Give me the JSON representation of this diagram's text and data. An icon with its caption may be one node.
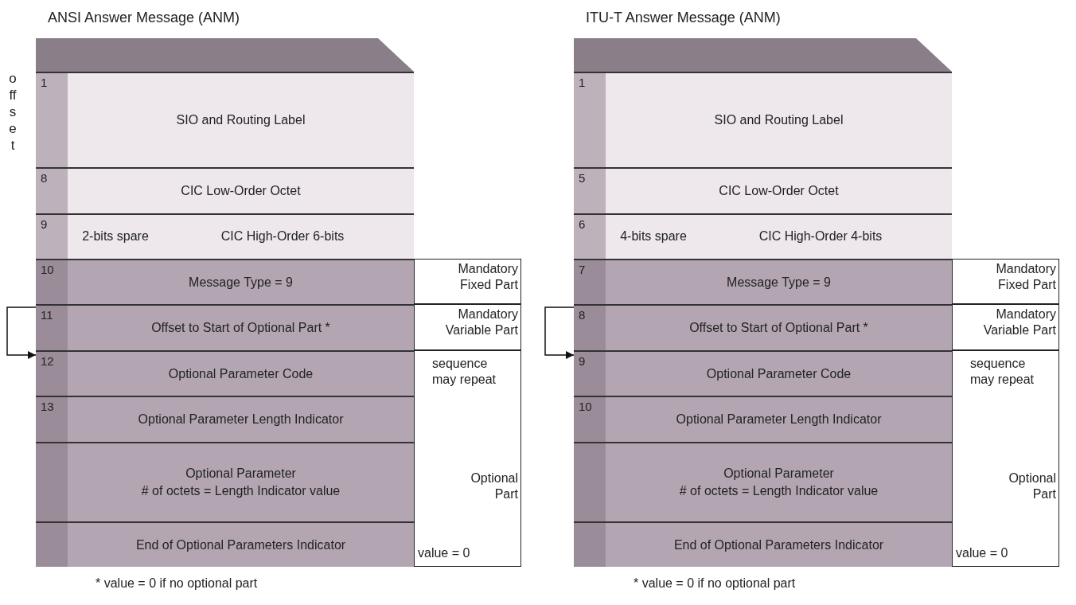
{
  "diagram": {
    "nodes": [
      {
        "text": [
          "1",
          "SIO and Routing Label"
        ]
      },
      {
        "text": [
          "8",
          "CIC Low-Order Octet"
        ]
      },
      {
        "text": [
          "9",
          "2-bits spare",
          "CIC High-Order 6-bits"
        ]
      },
      {
        "text": [
          "10",
          "Message Type = 9"
        ]
      },
      {
        "text": [
          "11",
          "Offset to Start of Optional Part *"
        ]
      },
      {
        "text": [
          "12",
          "Optional Parameter Code"
        ]
      },
      {
        "text": [
          "13",
          "Optional Parameter Length Indicator"
        ]
      },
      {
        "text": [
          "Optional Parameter",
          "# of octets = Length Indicator value"
        ]
      },
      {
        "text": [
          "End of Optional Parameters Indicator"
        ]
      },
      {
        "text": [
          "Mandatory Fixed Part"
        ]
      },
      {
        "text": [
          "Mandatory Variable Part"
        ]
      },
      {
        "text": [
          "sequence may repeat",
          "Optional Part",
          "value = 0"
        ]
      },
      {
        "text": [
          "1",
          "SIO and Routing Label"
        ]
      },
      {
        "text": [
          "5",
          "CIC Low-Order Octet"
        ]
      },
      {
        "text": [
          "6",
          "4-bits spare",
          "CIC High-Order 4-bits"
        ]
      },
      {
        "text": [
          "7",
          "Message Type = 9"
        ]
      },
      {
        "text": [
          "8",
          "Offset to Start of Optional Part *"
        ]
      },
      {
        "text": [
          "9",
          "Optional Parameter Code"
        ]
      },
      {
        "text": [
          "10",
          "Optional Parameter Length Indicator"
        ]
      },
      {
        "text": [
          "Optional Parameter",
          "# of octets = Length Indicator value"
        ]
      },
      {
        "text": [
          "End of Optional Parameters Indicator"
        ]
      },
      {
        "text": [
          "Mandatory Fixed Part"
        ]
      },
      {
        "text": [
          "Mandatory Variable Part"
        ]
      },
      {
        "text": [
          "sequence may repeat",
          "Optional Part",
          "value = 0"
        ]
      }
    ],
    "edges": [
      {
        "from": 4,
        "to": 5,
        "arrow": "to"
      },
      {
        "from": 16,
        "to": 17,
        "arrow": "to"
      }
    ],
    "labels": [
      "ANSI Answer Message (ANM)",
      "ITU-T Answer Message (ANM)",
      "offset",
      "* value = 0 if no optional part",
      "* value = 0 if no optional part"
    ]
  }
}
